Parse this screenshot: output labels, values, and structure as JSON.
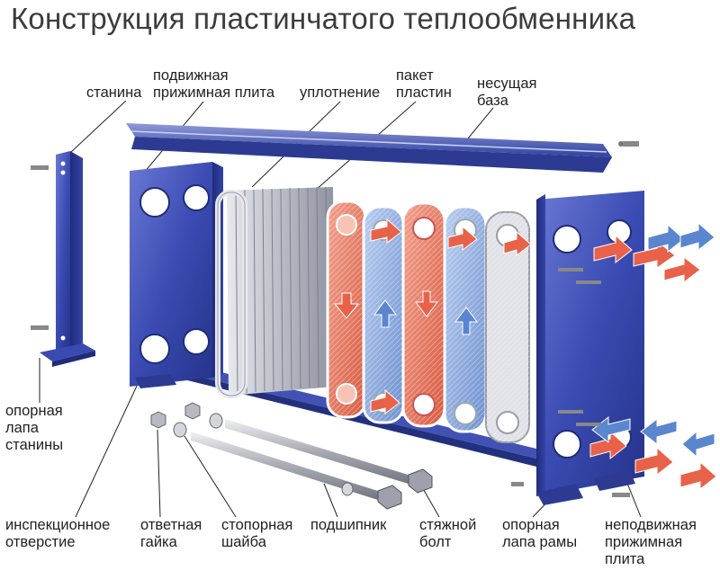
{
  "title": "Конструкция пластинчатого теплообменника",
  "labels": {
    "stanina": "станина",
    "movable_plate": "подвижная\nприжимная плита",
    "seal": "уплотнение",
    "plate_pack": "пакет\nпластин",
    "carrying_base": "несущая\nбаза",
    "stanina_foot": "опорная\nлапа\nстанины",
    "inspection_hole": "инспекционное\nотверстие",
    "counter_nut": "ответная\nгайка",
    "lock_washer": "стопорная\nшайба",
    "bearing": "подшипник",
    "tie_bolt": "стяжной\nболт",
    "frame_foot": "опорная\nлапа рамы",
    "fixed_plate": "неподвижная\nприжимная\nплита"
  },
  "colors": {
    "frame_blue": "#2e3f9e",
    "frame_blue_light": "#5a6ac8",
    "hot_arrow": "#e8624a",
    "cold_arrow": "#5a86d0",
    "hot_plate": "#e47b63",
    "cold_plate": "#8aa9dc",
    "steel": "#c9cbd2"
  }
}
